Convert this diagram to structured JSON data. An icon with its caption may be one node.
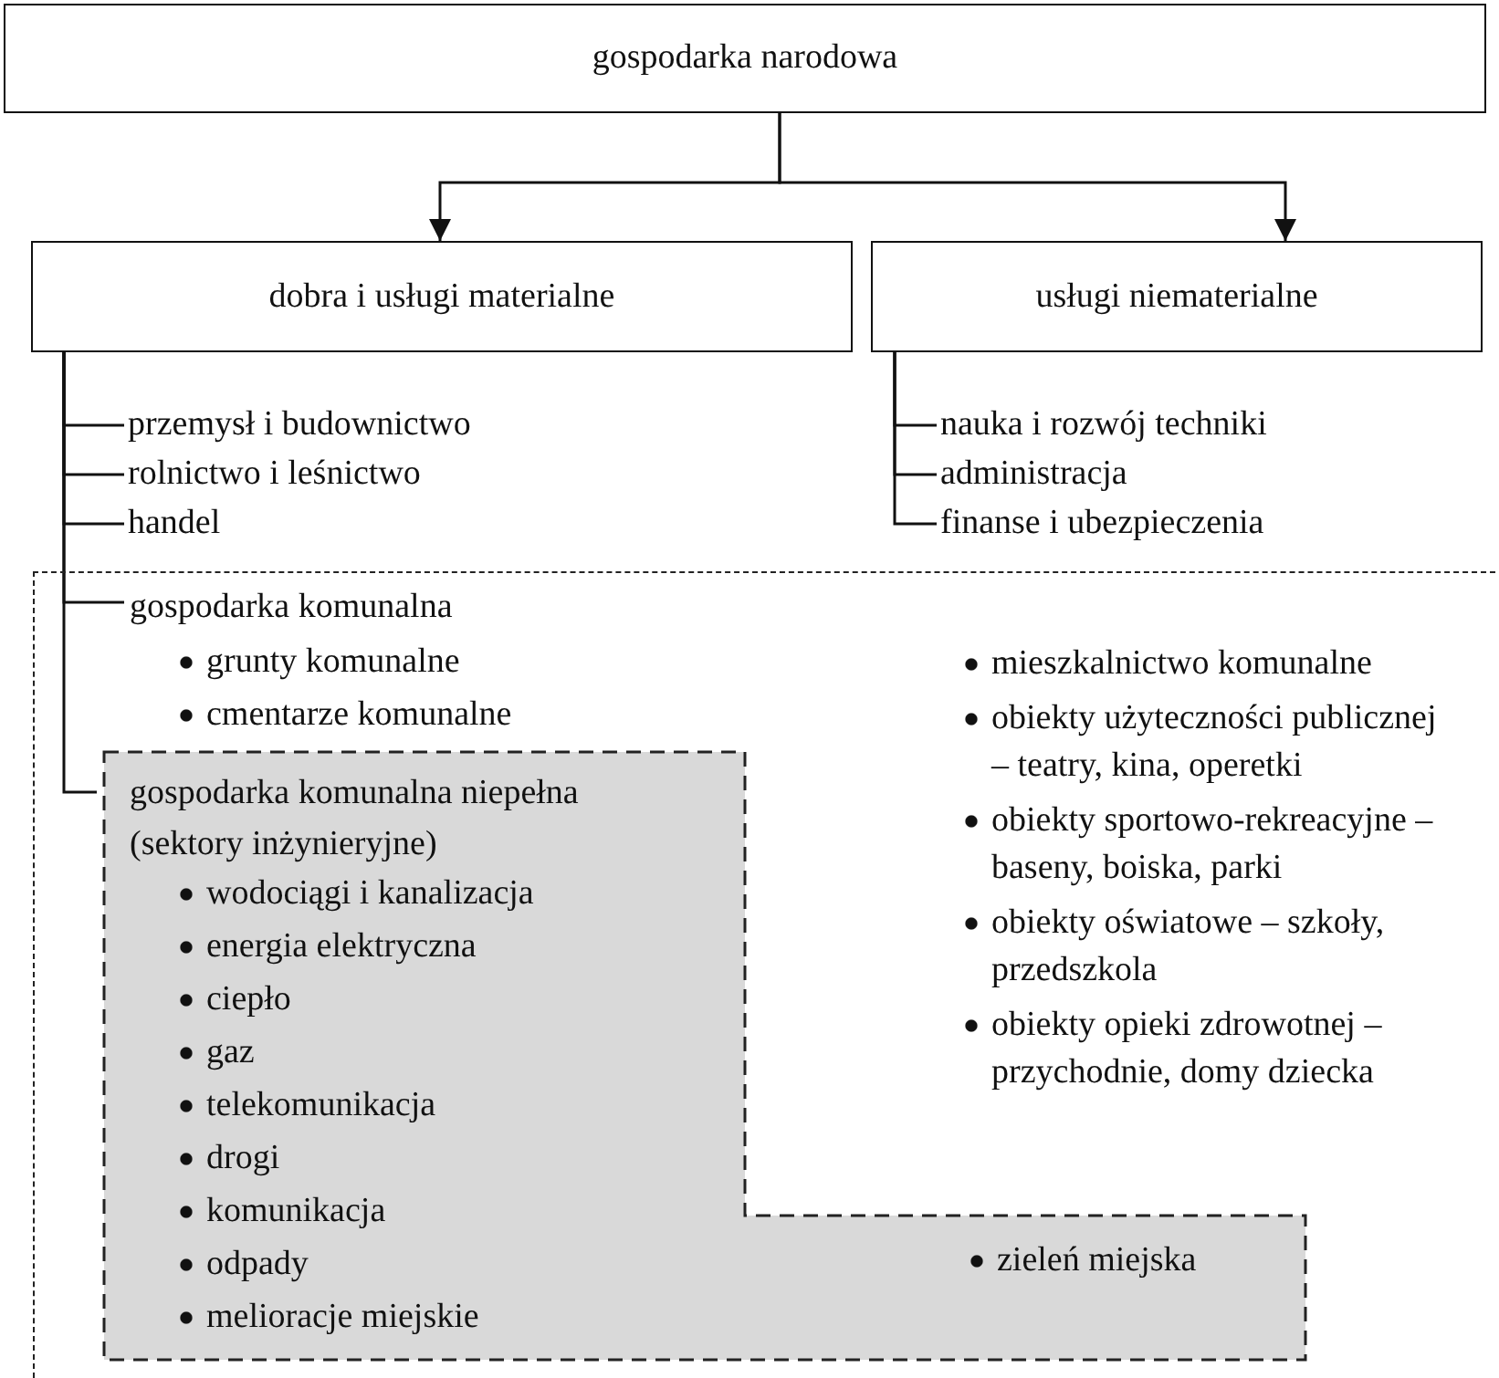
{
  "diagram": {
    "nodes": [
      {
        "text": [
          "gospodarka narodowa"
        ]
      },
      {
        "text": [
          "dobra i usługi materialne"
        ]
      },
      {
        "text": [
          "usługi niematerialne"
        ]
      },
      {
        "text": [
          "przemysł i budownictwo"
        ]
      },
      {
        "text": [
          "rolnictwo i leśnictwo"
        ]
      },
      {
        "text": [
          "handel"
        ]
      },
      {
        "text": [
          "nauka i rozwój techniki"
        ]
      },
      {
        "text": [
          "administracja"
        ]
      },
      {
        "text": [
          "finanse i ubezpieczenia"
        ]
      },
      {
        "text": [
          "mieszkalnictwo komunalne",
          "obiekty użyteczności publicznej – teatry, kina, operetki",
          "obiekty sportowo-rekreacyjne – baseny, boiska, parki",
          "obiekty oświatowe – szkoły, przedszkola",
          "obiekty opieki zdrowotnej – przychodnie, domy dziecka"
        ]
      },
      {
        "text": [
          "gospodarka komunalna",
          "grunty komunalne",
          "cmentarze komunalne"
        ],
        "in": 9
      },
      {
        "text": [
          "gospodarka komunalna niepełna (sektory inżynieryjne)",
          "wodociągi i kanalizacja",
          "energia elektryczna",
          "ciepło",
          "gaz",
          "telekomunikacja",
          "drogi",
          "komunikacja",
          "odpady",
          "melioracje miejskie",
          "zieleń miejska"
        ],
        "in": 9
      }
    ],
    "edges": [
      {
        "from": 0,
        "to": 1,
        "arrow": "to"
      },
      {
        "from": 0,
        "to": 2,
        "arrow": "to"
      },
      {
        "from": 1,
        "to": 3,
        "arrow": "none"
      },
      {
        "from": 1,
        "to": 4,
        "arrow": "none"
      },
      {
        "from": 1,
        "to": 5,
        "arrow": "none"
      },
      {
        "from": 1,
        "to": 10,
        "arrow": "none"
      },
      {
        "from": 1,
        "to": 11,
        "arrow": "none"
      },
      {
        "from": 2,
        "to": 6,
        "arrow": "none"
      },
      {
        "from": 2,
        "to": 7,
        "arrow": "none"
      },
      {
        "from": 2,
        "to": 8,
        "arrow": "none"
      }
    ]
  }
}
